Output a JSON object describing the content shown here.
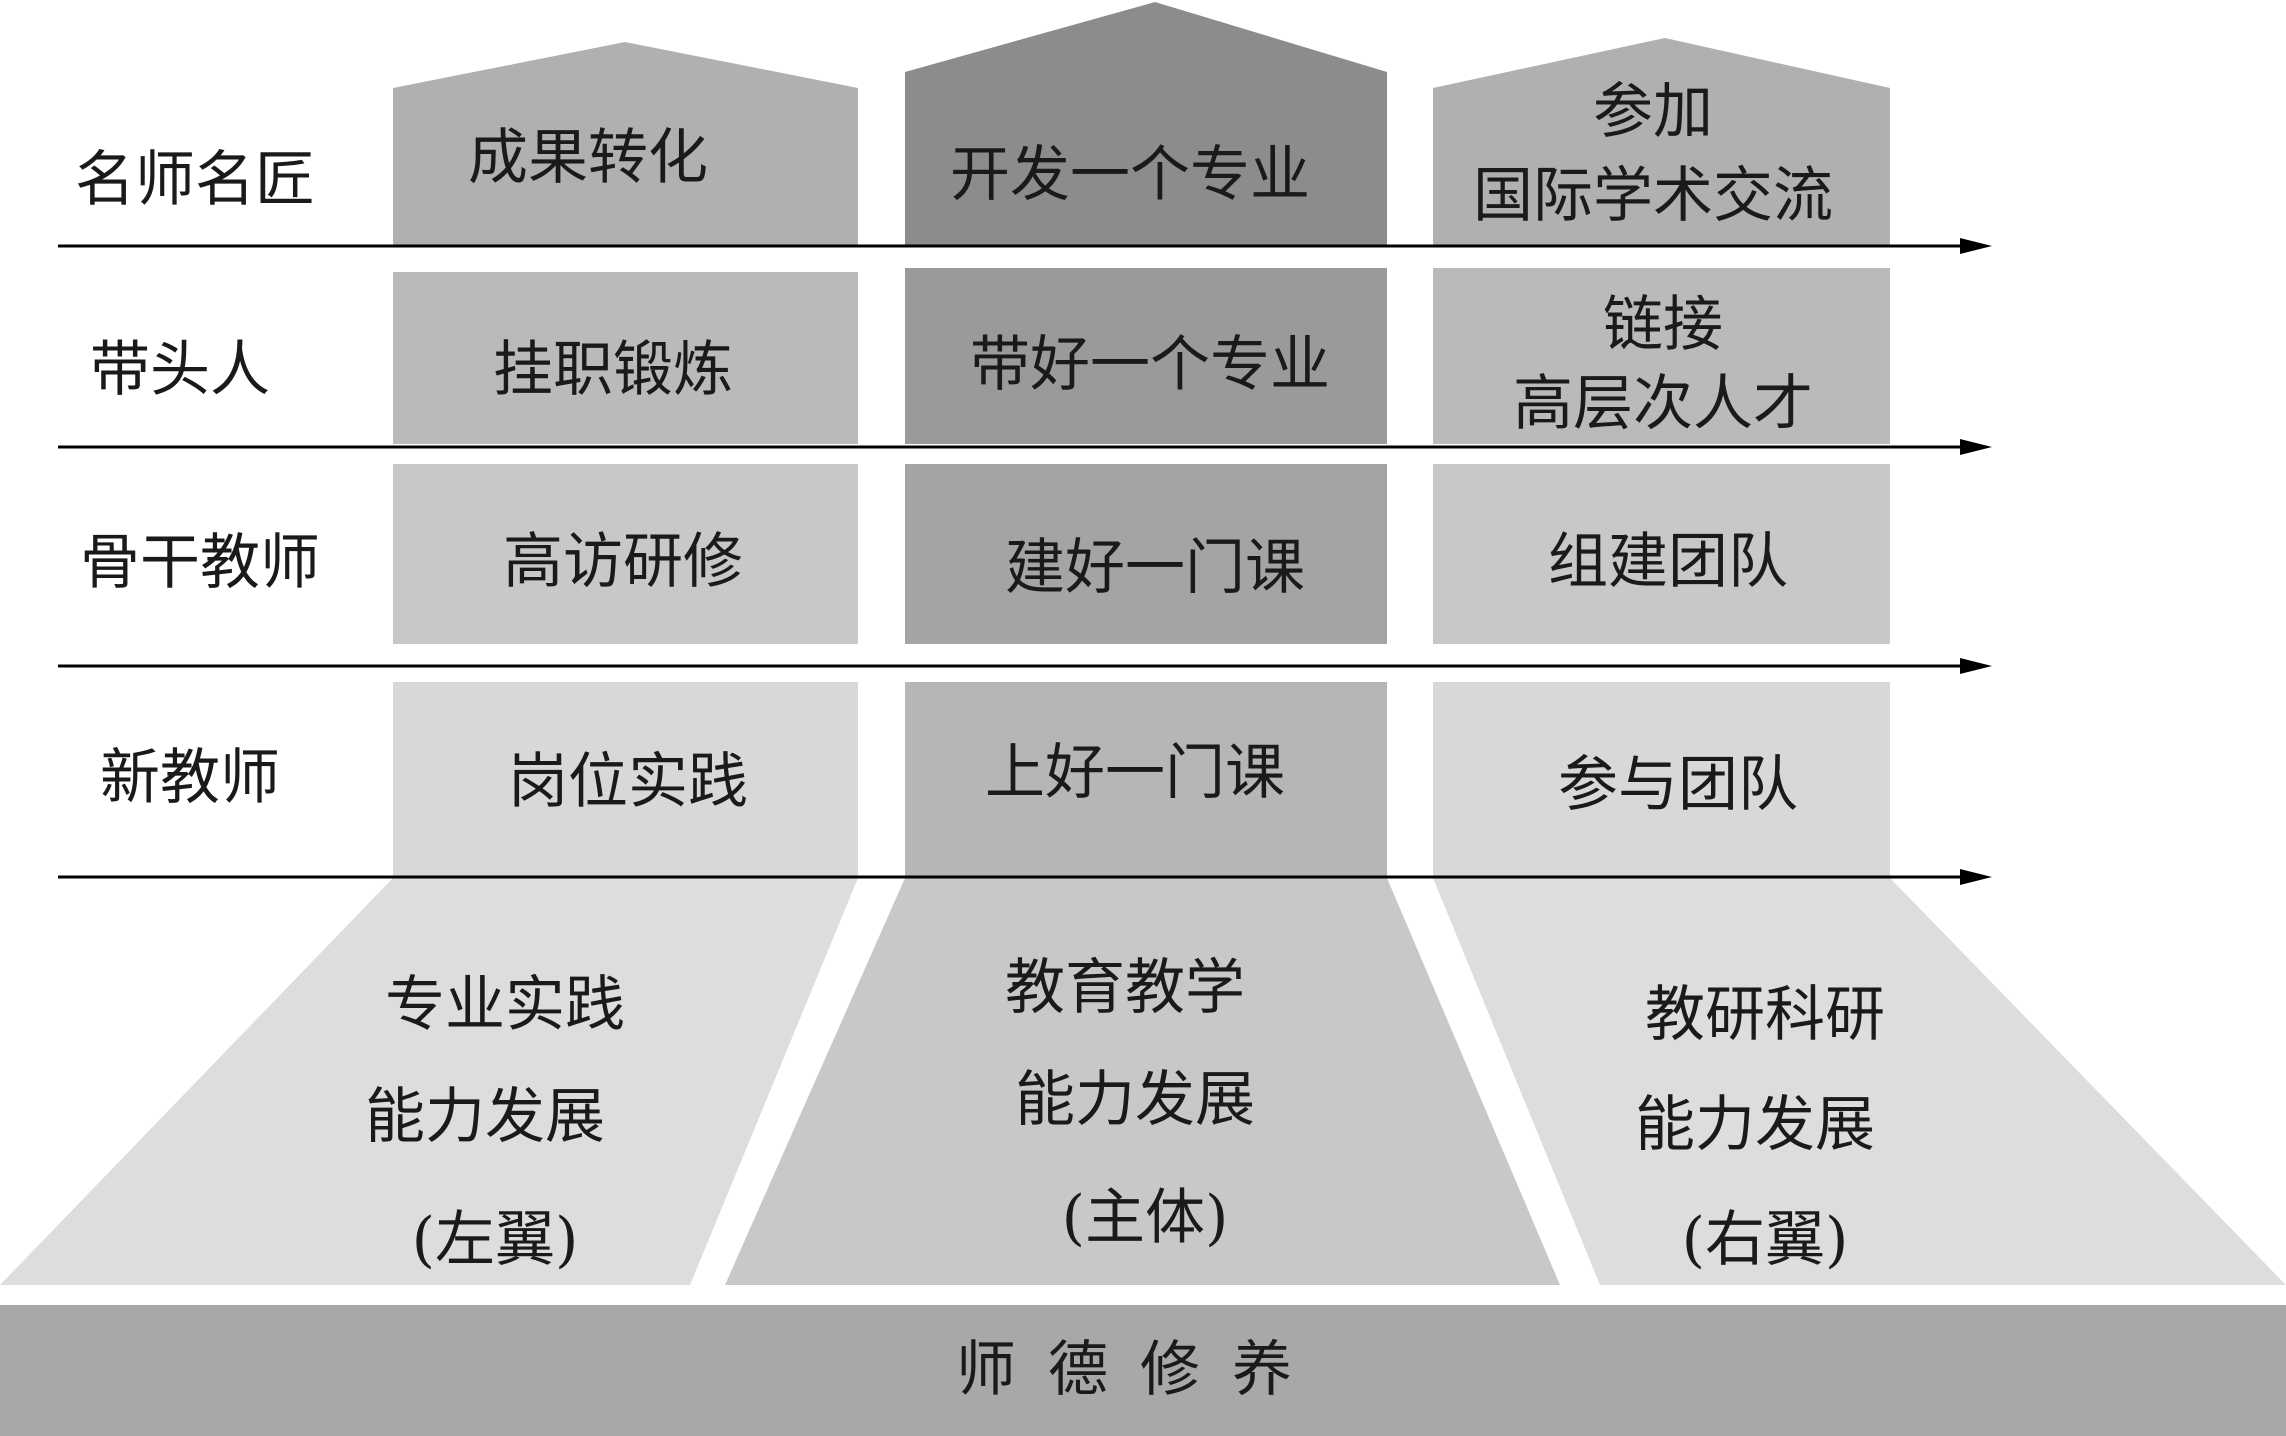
{
  "levels": [
    {
      "label": "名师名匠",
      "cells": [
        [
          "成果转化"
        ],
        [
          "开发一个专业"
        ],
        [
          "参加",
          "国际学术交流"
        ]
      ]
    },
    {
      "label": "带头人",
      "cells": [
        [
          "挂职锻炼"
        ],
        [
          "带好一个专业"
        ],
        [
          "链接",
          "高层次人才"
        ]
      ]
    },
    {
      "label": "骨干教师",
      "cells": [
        [
          "高访研修"
        ],
        [
          "建好一门课"
        ],
        [
          "组建团队"
        ]
      ]
    },
    {
      "label": "新教师",
      "cells": [
        [
          "岗位实践"
        ],
        [
          "上好一门课"
        ],
        [
          "参与团队"
        ]
      ]
    }
  ],
  "pillars": [
    {
      "lines": [
        "专业实践",
        "能力发展",
        "(左翼)"
      ]
    },
    {
      "lines": [
        "教育教学",
        "能力发展",
        "(主体)"
      ]
    },
    {
      "lines": [
        "教研科研",
        "能力发展",
        "(右翼)"
      ]
    }
  ],
  "base": "师德修养",
  "colors": {
    "side_col_levels": [
      "#b0b0b0",
      "#bababa",
      "#c8c8c8",
      "#d8d8d8"
    ],
    "center_col_levels": [
      "#8c8c8c",
      "#9a9a9a",
      "#a4a4a4",
      "#b6b6b6"
    ],
    "wing": "#dddddd",
    "body": "#c8c8c8",
    "base": "#a8a8a8",
    "arrow": "#000000"
  }
}
